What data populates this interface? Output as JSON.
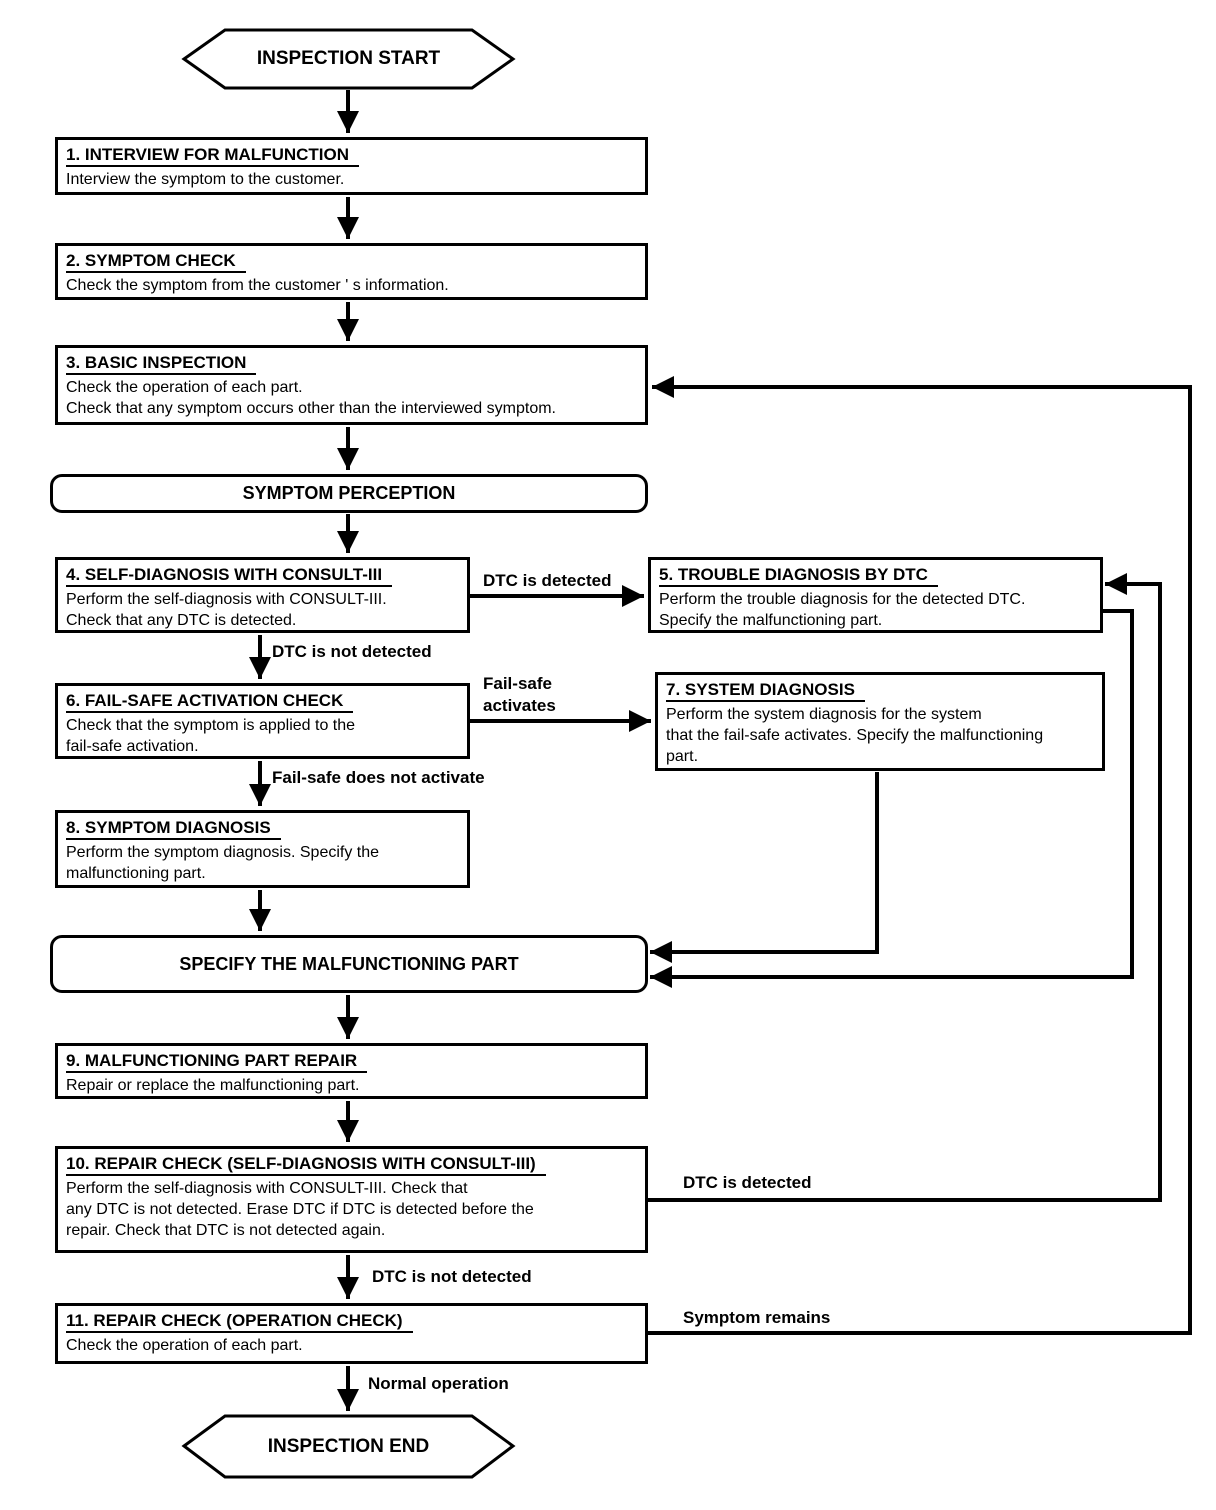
{
  "page": {
    "background": "#ffffff",
    "line_color": "#000000"
  },
  "nodes": {
    "start": {
      "label": "INSPECTION START"
    },
    "step1": {
      "title": "1. INTERVIEW FOR MALFUNCTION",
      "lines": [
        "Interview the symptom to the customer."
      ]
    },
    "step2": {
      "title": "2. SYMPTOM CHECK",
      "lines": [
        "Check the symptom from the customer ' s information."
      ]
    },
    "step3": {
      "title": "3. BASIC INSPECTION",
      "lines": [
        "Check the operation of each part.",
        "Check that any symptom occurs other than the interviewed symptom."
      ]
    },
    "symptom_perception": {
      "label": "SYMPTOM PERCEPTION"
    },
    "step4": {
      "title": "4. SELF-DIAGNOSIS WITH CONSULT-III",
      "lines": [
        "Perform the self-diagnosis with CONSULT-III.",
        "Check that any DTC is detected."
      ]
    },
    "step5": {
      "title": "5. TROUBLE DIAGNOSIS BY DTC",
      "lines": [
        "Perform the trouble diagnosis for the detected DTC.",
        "Specify the malfunctioning part."
      ]
    },
    "step6": {
      "title": "6. FAIL-SAFE ACTIVATION CHECK",
      "lines": [
        "Check that the symptom is applied to the",
        "fail-safe activation."
      ]
    },
    "step7": {
      "title": "7. SYSTEM DIAGNOSIS",
      "lines": [
        "Perform the system diagnosis for the system",
        "that the fail-safe activates. Specify the malfunctioning",
        "part."
      ]
    },
    "step8": {
      "title": "8. SYMPTOM DIAGNOSIS",
      "lines": [
        "Perform the symptom diagnosis. Specify the",
        "malfunctioning part."
      ]
    },
    "specify": {
      "label": "SPECIFY THE MALFUNCTIONING PART"
    },
    "step9": {
      "title": "9. MALFUNCTIONING PART REPAIR",
      "lines": [
        "Repair or replace the malfunctioning part."
      ]
    },
    "step10": {
      "title": "10. REPAIR CHECK (SELF-DIAGNOSIS WITH CONSULT-III)",
      "lines": [
        "Perform the self-diagnosis with CONSULT-III. Check that",
        "any DTC is not detected. Erase DTC if DTC is detected before the",
        "repair. Check that DTC is not detected again."
      ]
    },
    "step11": {
      "title": "11. REPAIR CHECK (OPERATION CHECK)",
      "lines": [
        "Check the operation of each part."
      ]
    },
    "end": {
      "label": "INSPECTION END"
    }
  },
  "edge_labels": {
    "dtc_detected_4_to_5": "DTC is detected",
    "dtc_not_detected_4_to_6": "DTC is not detected",
    "fail_safe_activates": [
      "Fail-safe",
      "activates"
    ],
    "fail_safe_does_not_activate": "Fail-safe does not activate",
    "dtc_detected_10_to_5": "DTC is detected",
    "dtc_not_detected_10_to_11": "DTC is not detected",
    "symptom_remains": "Symptom remains",
    "normal_operation": "Normal operation"
  }
}
